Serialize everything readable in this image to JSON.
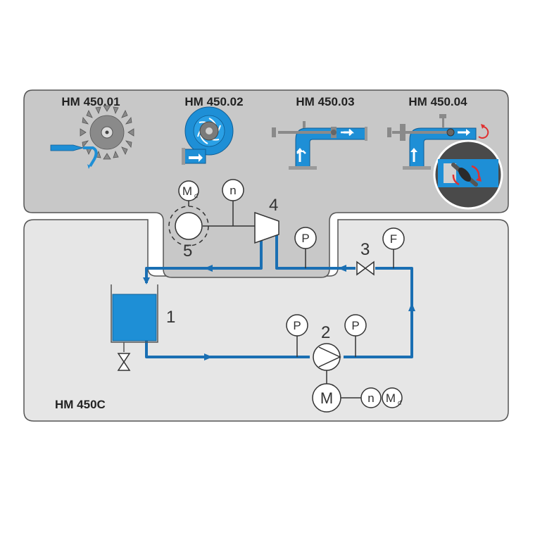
{
  "turbine_models": [
    {
      "label": "HM 450.01",
      "icon": "pelton-turbine-icon"
    },
    {
      "label": "HM 450.02",
      "icon": "francis-turbine-icon"
    },
    {
      "label": "HM 450.03",
      "icon": "kaplan-turbine-icon"
    },
    {
      "label": "HM 450.04",
      "icon": "kaplan-adjustable-turbine-icon"
    }
  ],
  "base_unit": {
    "label": "HM 450C"
  },
  "components": {
    "tank": "1",
    "pump": "2",
    "valve": "3",
    "turbine": "4",
    "brake": "5"
  },
  "instruments": {
    "pressure": "P",
    "flow": "F",
    "speed": "n",
    "torque_main": "M",
    "torque_sub": "d",
    "motor": "M"
  },
  "colors": {
    "pipe": "#1a6fb3",
    "water": "#1e8fd6",
    "panel_dark": "#c8c8c8",
    "panel_light": "#e6e6e6",
    "rotation_arrow": "#e03030"
  }
}
